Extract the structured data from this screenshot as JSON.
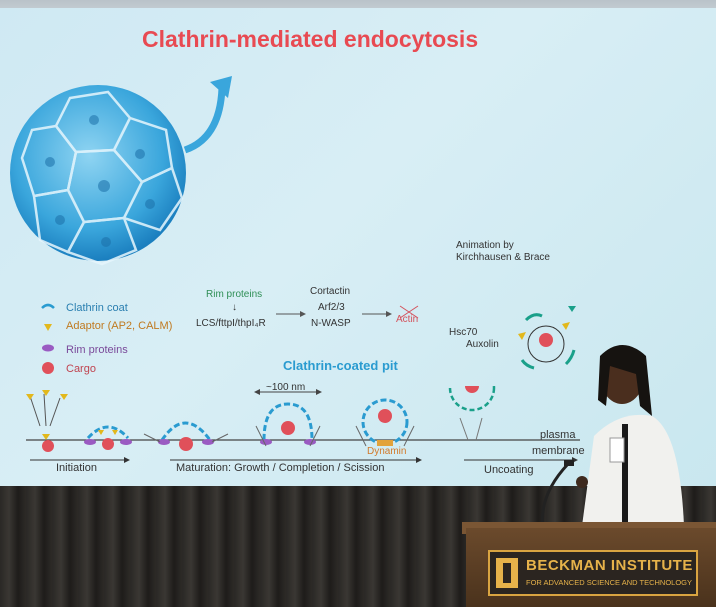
{
  "slide": {
    "title": "Clathrin-mediated endocytosis",
    "credit_line1": "Animation by",
    "credit_line2": "Kirchhausen & Brace",
    "legend": [
      {
        "label": "Clathrin coat",
        "color": "#2a9bd0"
      },
      {
        "label": "Adaptor (AP2, CALM)",
        "color": "#e2b81c"
      },
      {
        "label": "Rim proteins",
        "color": "#9a5bc2"
      },
      {
        "label": "Cargo",
        "color": "#e0505a"
      }
    ],
    "pathway": {
      "rim_proteins": "Rim proteins",
      "arrow_down": "↓",
      "lcs_line": "LCS/fttpI/thpI₄R",
      "cortactin": "Cortactin",
      "arf": "Arf2/3",
      "nwasp": "N-WASP",
      "actin": "Actin"
    },
    "pit_label": "Clathrin-coated pit",
    "size_label": "~100 nm",
    "hsc70": "Hsc70",
    "auxolin": "Auxolin",
    "dynamin": "Dynamin",
    "plasma": "plasma",
    "membrane": "membrane",
    "stages": {
      "initiation": "Initiation",
      "maturation": "Maturation: Growth / Completion / Scission",
      "uncoating": "Uncoating"
    }
  },
  "podium": {
    "sign_main": "BECKMAN INSTITUTE",
    "sign_sub": "FOR ADVANCED SCIENCE AND TECHNOLOGY"
  }
}
